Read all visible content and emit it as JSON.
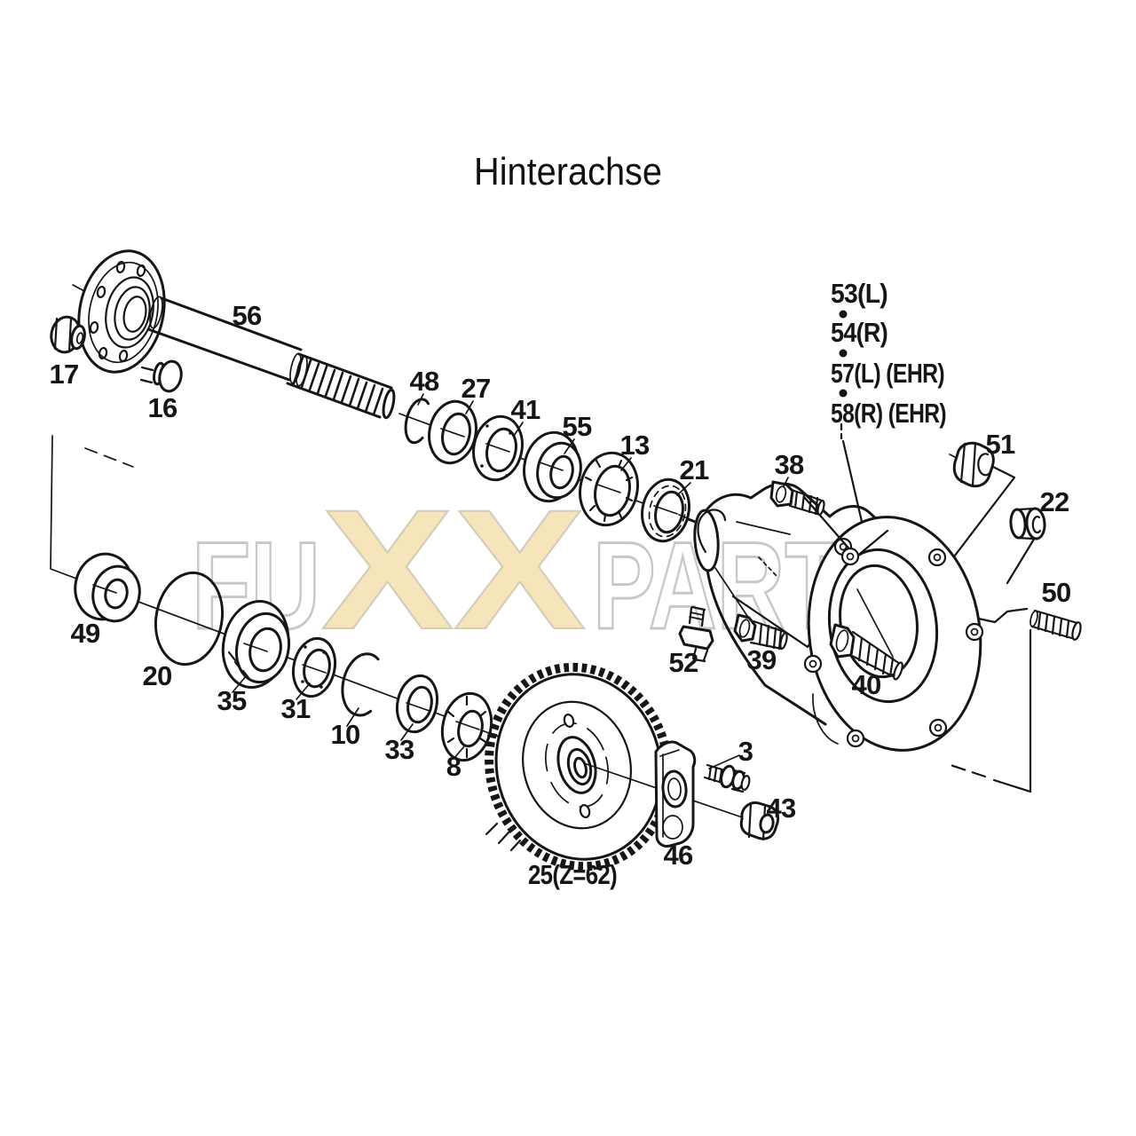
{
  "title": "Hinterachse",
  "watermark": {
    "fu": "FU",
    "xx": "XX",
    "parts": "PARTS"
  },
  "colors": {
    "ink": "#161616",
    "background": "#ffffff",
    "watermark_outline": "#c7c7c7",
    "watermark_fill": "#f6e5bb"
  },
  "callouts": [
    {
      "text": "17"
    },
    {
      "text": "16"
    },
    {
      "text": "56"
    },
    {
      "text": "48"
    },
    {
      "text": "27"
    },
    {
      "text": "41"
    },
    {
      "text": "55"
    },
    {
      "text": "13"
    },
    {
      "text": "21"
    },
    {
      "text": "53(L)"
    },
    {
      "text": "54(R)"
    },
    {
      "text": "57(L) (EHR)"
    },
    {
      "text": "58(R) (EHR)"
    },
    {
      "text": "38"
    },
    {
      "text": "51"
    },
    {
      "text": "22"
    },
    {
      "text": "50"
    },
    {
      "text": "52"
    },
    {
      "text": "39"
    },
    {
      "text": "40"
    },
    {
      "text": "49"
    },
    {
      "text": "20"
    },
    {
      "text": "35"
    },
    {
      "text": "31"
    },
    {
      "text": "10"
    },
    {
      "text": "33"
    },
    {
      "text": "8"
    },
    {
      "text": "25(Z=62)"
    },
    {
      "text": "46"
    },
    {
      "text": "3"
    },
    {
      "text": "43"
    }
  ]
}
